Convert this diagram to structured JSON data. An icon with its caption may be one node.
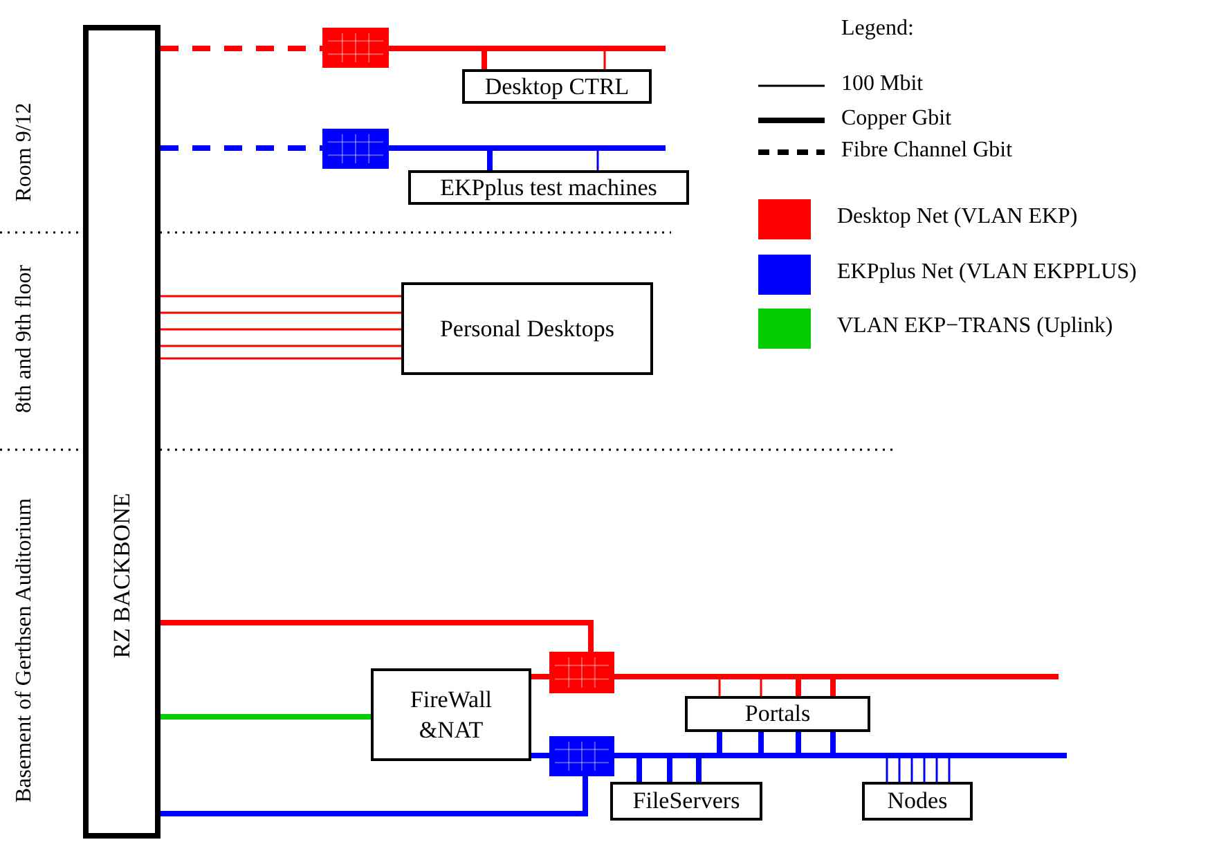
{
  "diagram": {
    "nodes": [
      {
        "text": [
          "RZ BACKBONE"
        ]
      },
      {
        "text": [],
        "shape": "box"
      },
      {
        "text": [
          "Desktop CTRL"
        ]
      },
      {
        "text": [],
        "shape": "box"
      },
      {
        "text": [
          "EKPplus test machines"
        ]
      },
      {
        "text": [
          "Personal Desktops"
        ]
      },
      {
        "text": [
          "FireWall &NAT"
        ]
      },
      {
        "text": [],
        "shape": "box"
      },
      {
        "text": [],
        "shape": "box"
      },
      {
        "text": [
          "Portals"
        ]
      },
      {
        "text": [
          "FileServers"
        ]
      },
      {
        "text": [
          "Nodes"
        ]
      }
    ],
    "edges": [
      {
        "from": 0,
        "to": 1,
        "arrow": "none",
        "style": "dashed",
        "color": "#ff0000"
      },
      {
        "from": 1,
        "to": 2,
        "arrow": "none",
        "color": "#ff0000"
      },
      {
        "from": 1,
        "to": 2,
        "arrow": "none",
        "color": "#ff0000"
      },
      {
        "from": 0,
        "to": 3,
        "arrow": "none",
        "style": "dashed",
        "color": "#0000ff"
      },
      {
        "from": 3,
        "to": 4,
        "arrow": "none",
        "color": "#0000ff"
      },
      {
        "from": 3,
        "to": 4,
        "arrow": "none",
        "color": "#0000ff"
      },
      {
        "from": 0,
        "to": 5,
        "arrow": "none",
        "color": "#ff0000"
      },
      {
        "from": 0,
        "to": 5,
        "arrow": "none",
        "color": "#ff0000"
      },
      {
        "from": 0,
        "to": 5,
        "arrow": "none",
        "color": "#ff0000"
      },
      {
        "from": 0,
        "to": 5,
        "arrow": "none",
        "color": "#ff0000"
      },
      {
        "from": 0,
        "to": 5,
        "arrow": "none",
        "color": "#ff0000"
      },
      {
        "from": 0,
        "to": 7,
        "arrow": "none",
        "color": "#ff0000"
      },
      {
        "from": 0,
        "to": 6,
        "arrow": "none",
        "color": "#00cc00"
      },
      {
        "from": 0,
        "to": 8,
        "arrow": "none",
        "color": "#0000ff"
      },
      {
        "from": 6,
        "to": 7,
        "arrow": "none",
        "color": "#ff0000"
      },
      {
        "from": 6,
        "to": 8,
        "arrow": "none",
        "color": "#0000ff"
      },
      {
        "from": 7,
        "to": 9,
        "arrow": "none",
        "color": "#ff0000"
      },
      {
        "from": 7,
        "to": 9,
        "arrow": "none",
        "color": "#ff0000"
      },
      {
        "from": 7,
        "to": 9,
        "arrow": "none",
        "color": "#ff0000"
      },
      {
        "from": 7,
        "to": 9,
        "arrow": "none",
        "color": "#ff0000"
      },
      {
        "from": 8,
        "to": 9,
        "arrow": "none",
        "color": "#0000ff"
      },
      {
        "from": 8,
        "to": 9,
        "arrow": "none",
        "color": "#0000ff"
      },
      {
        "from": 8,
        "to": 9,
        "arrow": "none",
        "color": "#0000ff"
      },
      {
        "from": 8,
        "to": 9,
        "arrow": "none",
        "color": "#0000ff"
      },
      {
        "from": 8,
        "to": 10,
        "arrow": "none",
        "color": "#0000ff"
      },
      {
        "from": 8,
        "to": 10,
        "arrow": "none",
        "color": "#0000ff"
      },
      {
        "from": 8,
        "to": 10,
        "arrow": "none",
        "color": "#0000ff"
      },
      {
        "from": 8,
        "to": 11,
        "arrow": "none",
        "color": "#0000ff"
      },
      {
        "from": 8,
        "to": 11,
        "arrow": "none",
        "color": "#0000ff"
      },
      {
        "from": 8,
        "to": 11,
        "arrow": "none",
        "color": "#0000ff"
      },
      {
        "from": 8,
        "to": 11,
        "arrow": "none",
        "color": "#0000ff"
      },
      {
        "from": 8,
        "to": 11,
        "arrow": "none",
        "color": "#0000ff"
      },
      {
        "from": 8,
        "to": 11,
        "arrow": "none",
        "color": "#0000ff"
      }
    ],
    "labels": [
      "Room 9/12",
      "8th and 9th floor",
      "Basement of Gerthsen Auditorium",
      "Legend:"
    ],
    "legend": [
      {
        "text": "100 Mbit"
      },
      {
        "text": "Copper Gbit"
      },
      {
        "text": "Fibre Channel Gbit"
      },
      {
        "text": "Desktop Net (VLAN EKP)",
        "color": "#ff0000"
      },
      {
        "text": "EKPplus Net (VLAN EKPPLUS)",
        "color": "#0000ff"
      },
      {
        "text": "VLAN EKP−TRANS (Uplink)",
        "color": "#00cc00"
      }
    ]
  }
}
